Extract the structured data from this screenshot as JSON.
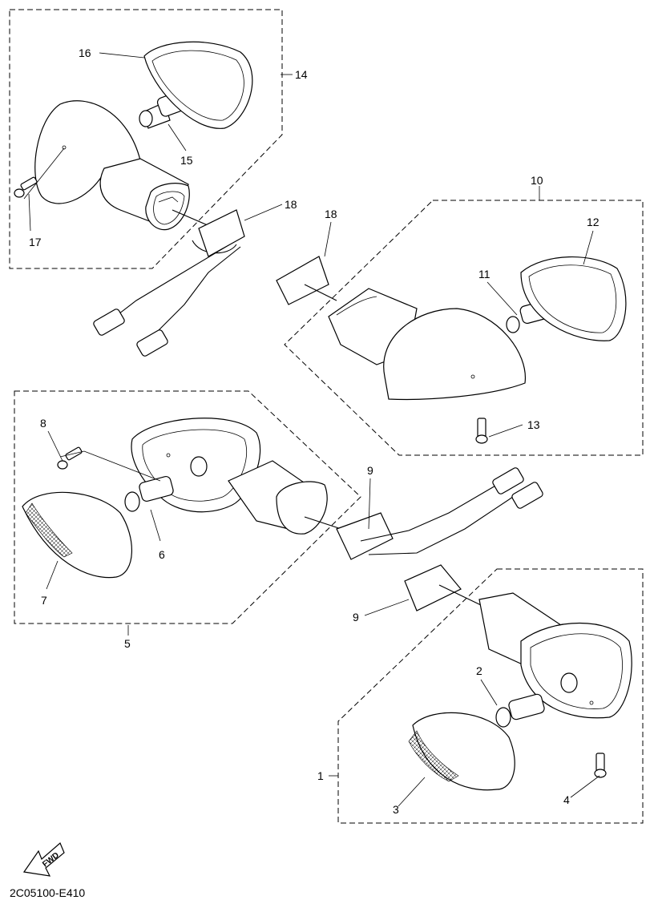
{
  "diagram_code": "2C05100-E410",
  "fwd_label": "FWD",
  "callouts": {
    "c1": "1",
    "c2": "2",
    "c3": "3",
    "c4": "4",
    "c5": "5",
    "c6": "6",
    "c7": "7",
    "c8": "8",
    "c9a": "9",
    "c9b": "9",
    "c10": "10",
    "c11": "11",
    "c12": "12",
    "c13": "13",
    "c14": "14",
    "c15": "15",
    "c16": "16",
    "c17": "17",
    "c18a": "18",
    "c18b": "18"
  }
}
